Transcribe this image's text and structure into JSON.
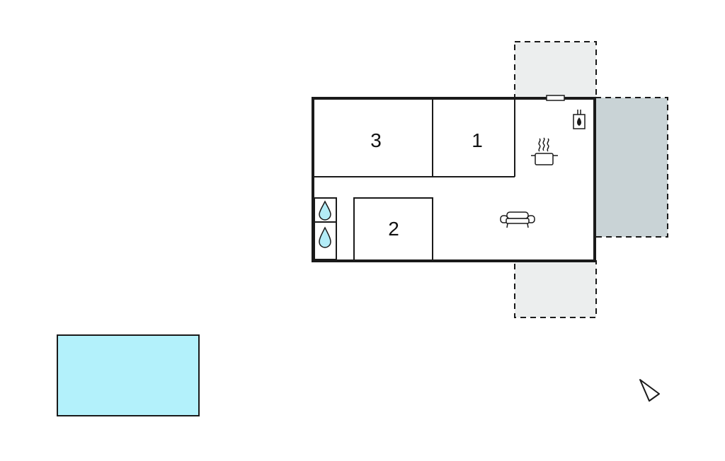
{
  "colors": {
    "background": "#ffffff",
    "wall": "#1a1a1a",
    "terrace": "#eceeee",
    "covered_terrace": "#c9d3d6",
    "pool": "#b3f1fb",
    "water_drop": "#b3ecf7"
  },
  "rooms": [
    {
      "id": "bedroom-3",
      "label": "3"
    },
    {
      "id": "bedroom-1",
      "label": "1"
    },
    {
      "id": "bedroom-2",
      "label": "2"
    }
  ],
  "icons": [
    "fireplace-icon",
    "kitchen-pot-icon",
    "sofa-icon",
    "bathroom-drop-icon",
    "north-arrow-icon"
  ],
  "areas": [
    "terrace-top",
    "terrace-bottom",
    "covered-terrace-east",
    "pool"
  ]
}
